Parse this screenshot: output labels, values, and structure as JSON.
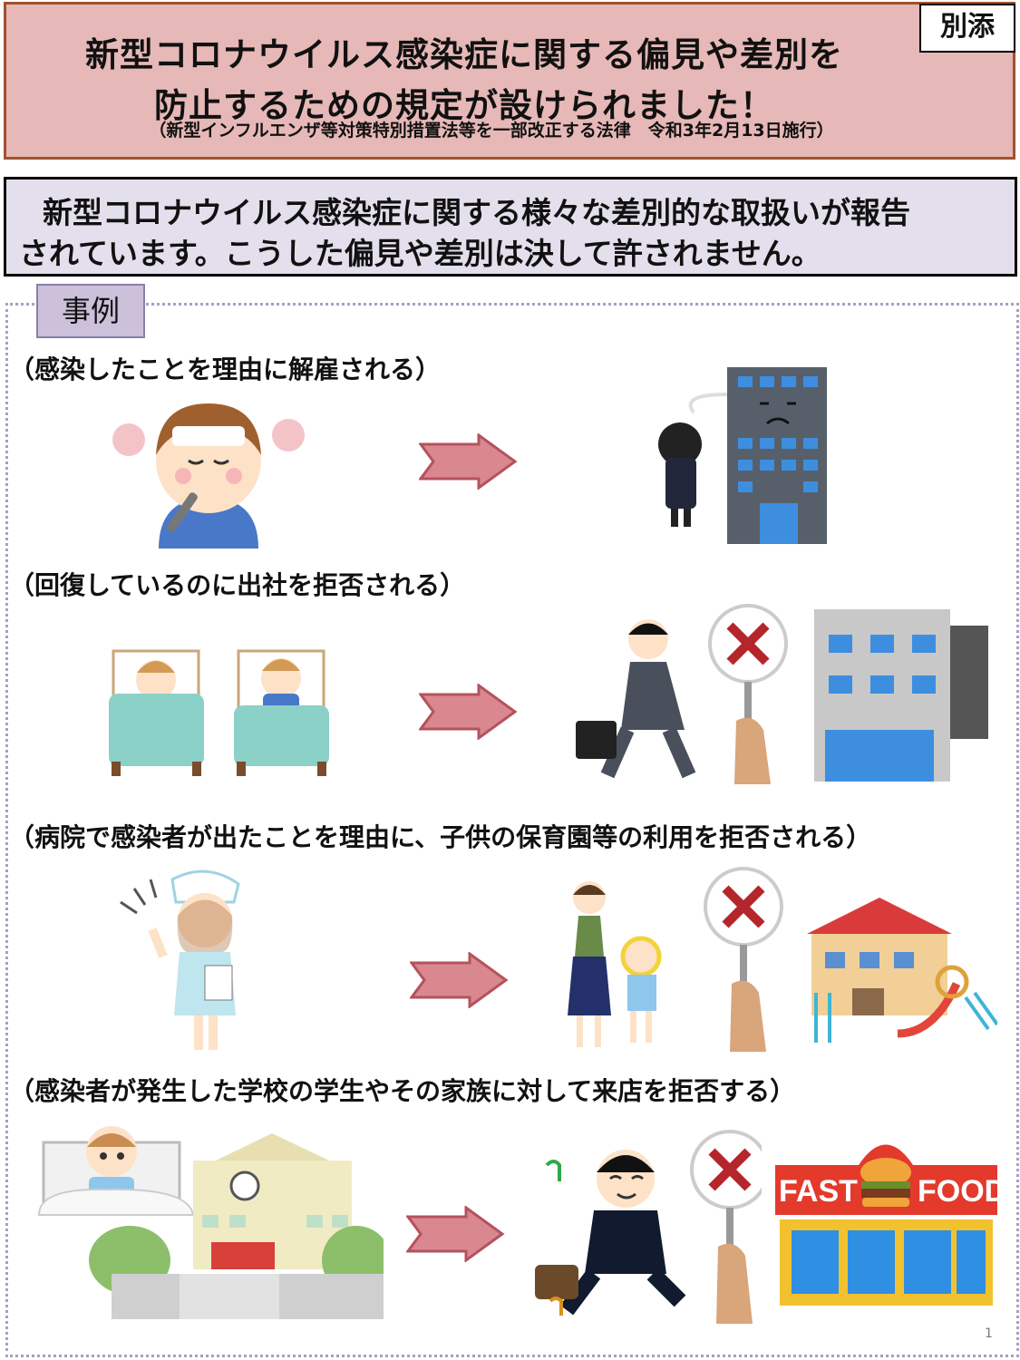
{
  "header": {
    "title_line1": "新型コロナウイルス感染症に関する偏見や差別を",
    "title_line2": "防止するための規定が設けられました！",
    "subtitle": "（新型インフルエンザ等対策特別措置法等を一部改正する法律　令和3年2月13日施行）",
    "badge": "別添"
  },
  "notice": {
    "line1": "新型コロナウイルス感染症に関する様々な差別的な取扱いが報告",
    "line2": "されています。こうした偏見や差別は決して許されません。"
  },
  "examples": {
    "tag": "事例",
    "cases": [
      {
        "label": "（感染したことを理由に解雇される）"
      },
      {
        "label": "（回復しているのに出社を拒否される）"
      },
      {
        "label": "（病院で感染者が出たことを理由に、子供の保育園等の利用を拒否される）"
      },
      {
        "label": "（感染者が発生した学校の学生やその家族に対して来店を拒否する）"
      }
    ]
  },
  "signage": {
    "fast": "FAST",
    "food": "FOOD"
  },
  "page_number": "1",
  "colors": {
    "header_bg": "#e6b8b7",
    "header_border": "#a0522d",
    "notice_bg": "#e4dfec",
    "tag_bg": "#ccc0da",
    "arrow": "#d9888f"
  }
}
